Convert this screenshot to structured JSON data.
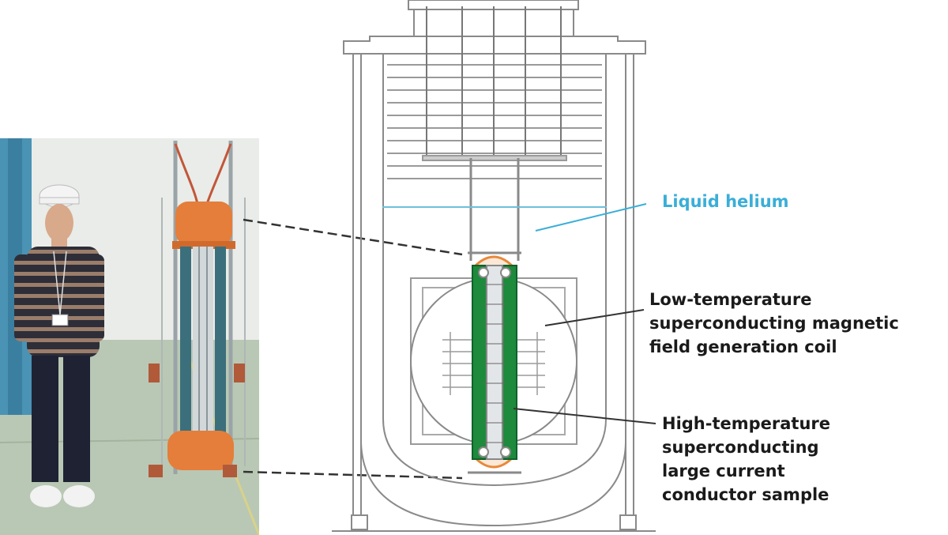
{
  "labels": {
    "liquid_helium": "Liquid helium",
    "lts_coil": [
      "Low-temperature",
      "superconducting magnetic",
      "field generation coil"
    ],
    "hts_sample": [
      "High-temperature",
      "superconducting",
      "large current",
      "conductor sample"
    ]
  },
  "colors": {
    "helium_label": "#3aaed8",
    "coil_green": "#1e8a3c",
    "coil_orange": "#e8883a",
    "vessel_line": "#8a8a8a",
    "leader_line": "#333333"
  },
  "photo": {
    "subject": "person-with-hard-hat-beside-sample-holder"
  }
}
